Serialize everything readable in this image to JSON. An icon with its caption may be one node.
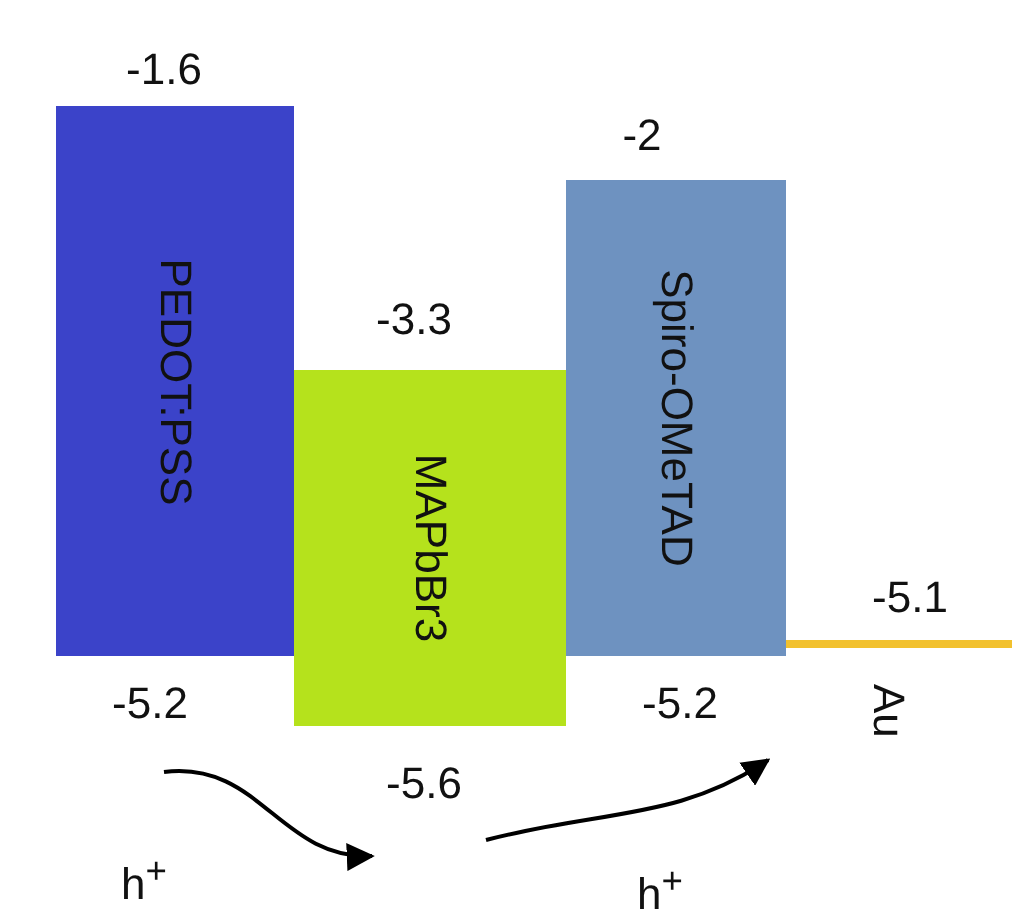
{
  "diagram": {
    "nodes": [
      {
        "text": [
          "PEDOT:PSS"
        ],
        "beside": [
          "-1.6",
          "-5.2"
        ]
      },
      {
        "text": [
          "MAPbBr3"
        ],
        "beside": [
          "-3.3",
          "-5.6"
        ]
      },
      {
        "text": [
          "Spiro-OMeTAD"
        ],
        "beside": [
          "-2",
          "-5.2"
        ]
      },
      {
        "text": [
          "Au"
        ],
        "beside": [
          "-5.1"
        ]
      }
    ],
    "edges": [],
    "labels": [
      "h$^{+}$",
      "h$^{+}$"
    ]
  }
}
